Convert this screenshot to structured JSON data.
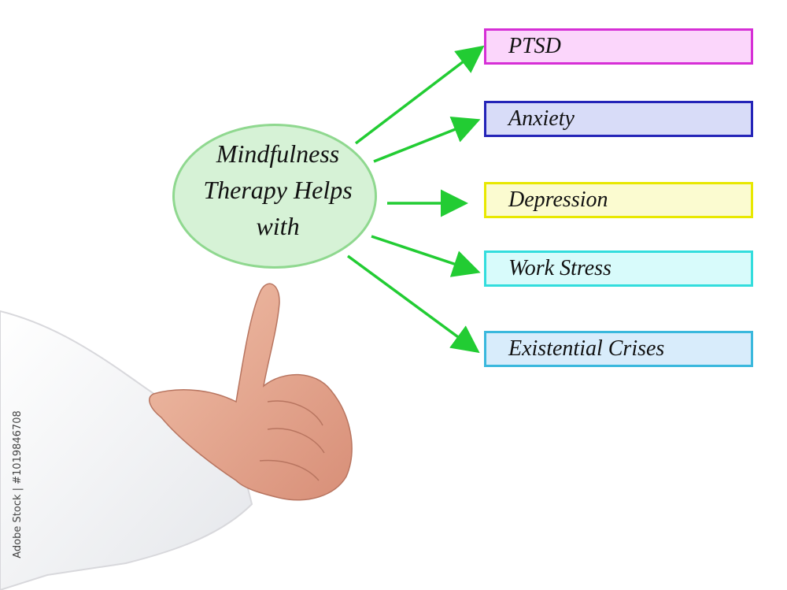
{
  "diagram": {
    "center": {
      "lines": [
        "Mindfulness",
        "Therapy Helps",
        "with"
      ],
      "fill": "#d6f2d6",
      "border": "#8fd88f"
    },
    "arrow_color": "#22cc33",
    "items": [
      {
        "label": "PTSD",
        "border": "#d62fd6",
        "fill": "#fbd6fb"
      },
      {
        "label": "Anxiety",
        "border": "#2424b8",
        "fill": "#d8dcf8"
      },
      {
        "label": "Depression",
        "border": "#e8e800",
        "fill": "#fbfbd0"
      },
      {
        "label": "Work Stress",
        "border": "#33dddd",
        "fill": "#d8fbfb"
      },
      {
        "label": "Existential Crises",
        "border": "#3ab8dd",
        "fill": "#d8ecfb"
      }
    ]
  },
  "watermark": "Adobe Stock | #1019846708",
  "image": {
    "subject": "pointing-hand"
  }
}
